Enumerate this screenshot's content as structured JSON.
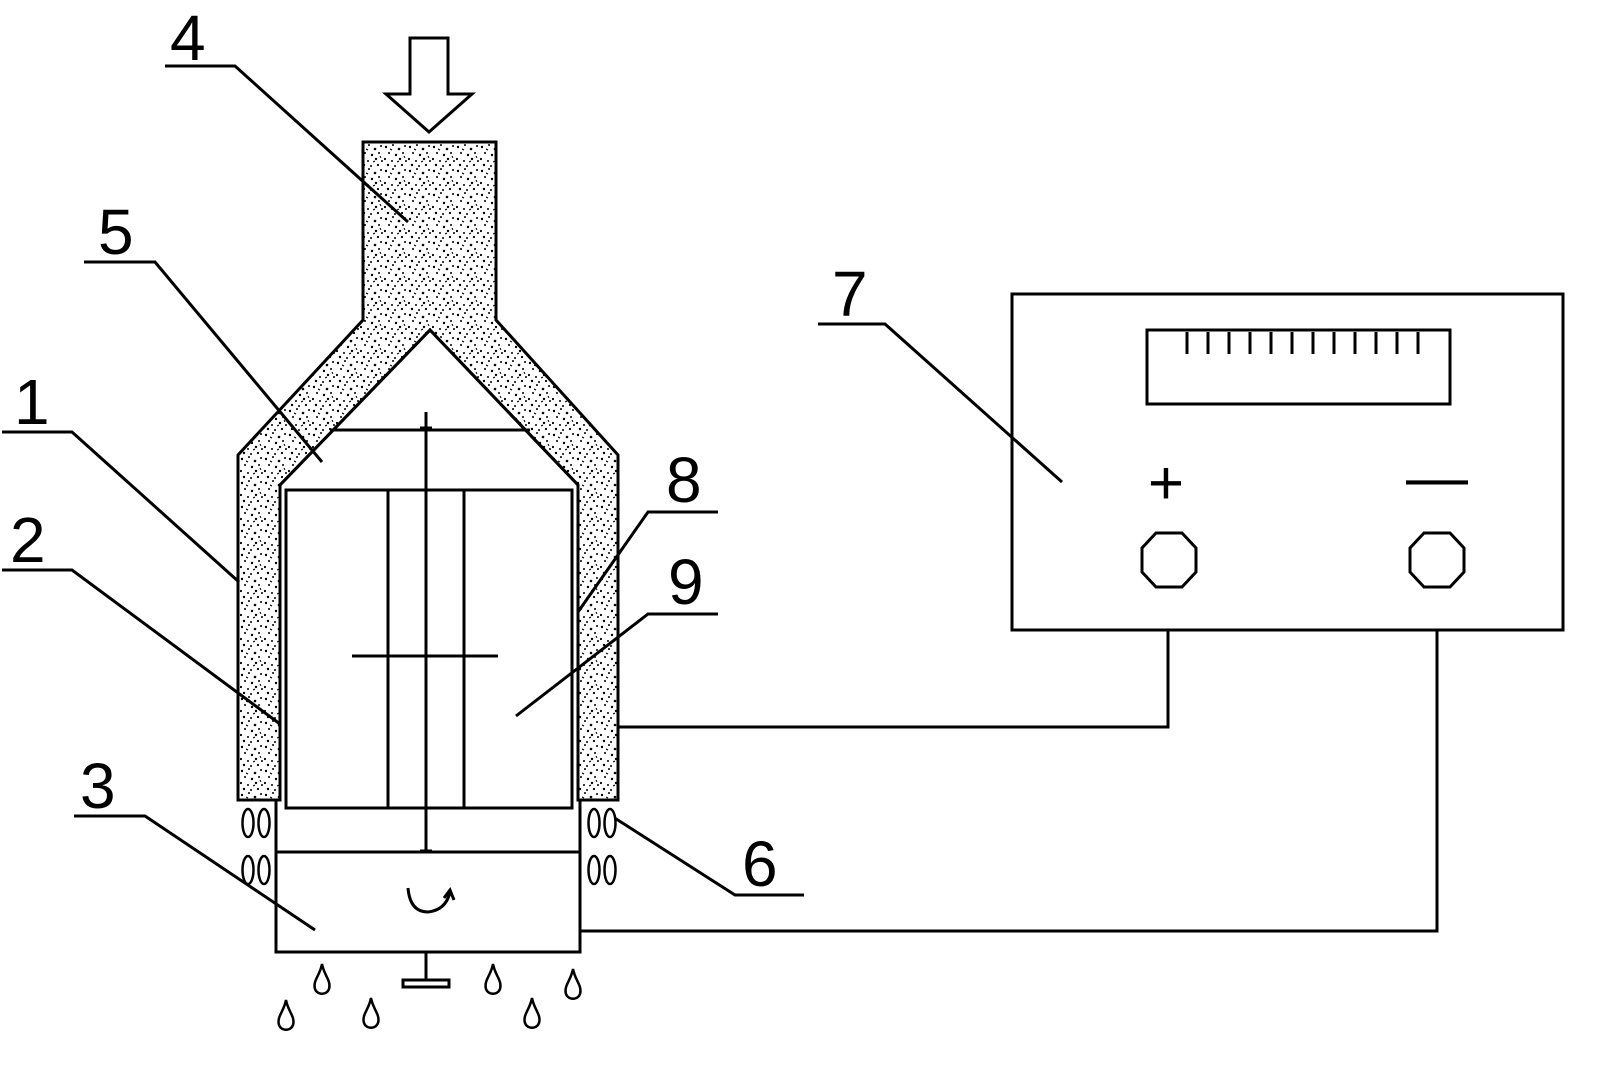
{
  "diagram": {
    "stroke_color": "#000000",
    "fill_texture_color": "#000000",
    "background": "#ffffff",
    "part_labels": {
      "1": "1",
      "2": "2",
      "3": "3",
      "4": "4",
      "5": "5",
      "6": "6",
      "7": "7",
      "8": "8",
      "9": "9"
    },
    "power_supply": {
      "positive_symbol": "+",
      "negative_symbol": "—",
      "scale_tick_count": 12
    },
    "icons": {
      "feed_arrow": "down-arrow-icon",
      "rotation": "rotation-arrow-icon",
      "droplet": "droplet-icon"
    }
  }
}
